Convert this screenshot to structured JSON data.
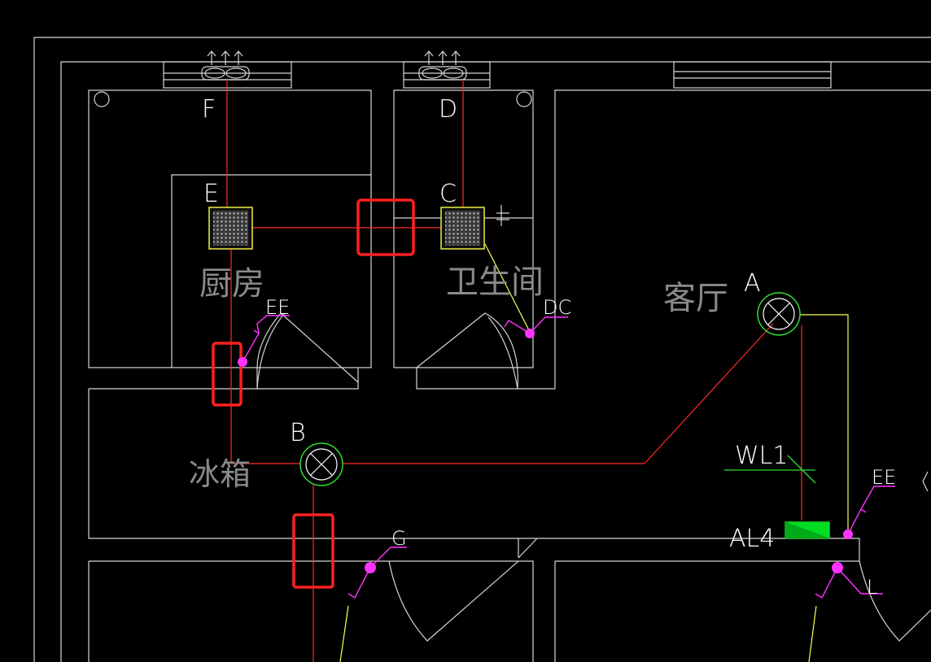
{
  "colors": {
    "background": "#000000",
    "wall": "#d6d6d6",
    "wire_red": "#ff2a2a",
    "wire_yellow": "#ffff55",
    "highlight_box": "#ff2020",
    "switch_magenta": "#ff33ff",
    "panel_green": "#00dd22",
    "light_fixture_green": "#33dd33"
  },
  "points": {
    "F": "F",
    "D": "D",
    "E": "E",
    "C": "C",
    "A": "A",
    "B": "B"
  },
  "rooms": {
    "kitchen": "厨房",
    "bathroom": "卫生间",
    "living": "客厅",
    "fridge": "冰箱"
  },
  "switches": {
    "ee_kitchen": "EE",
    "dc": "DC",
    "ee_right": "EE",
    "g": "G",
    "l": "L"
  },
  "circuit": {
    "wl1": "WL1",
    "al4": "AL4"
  }
}
